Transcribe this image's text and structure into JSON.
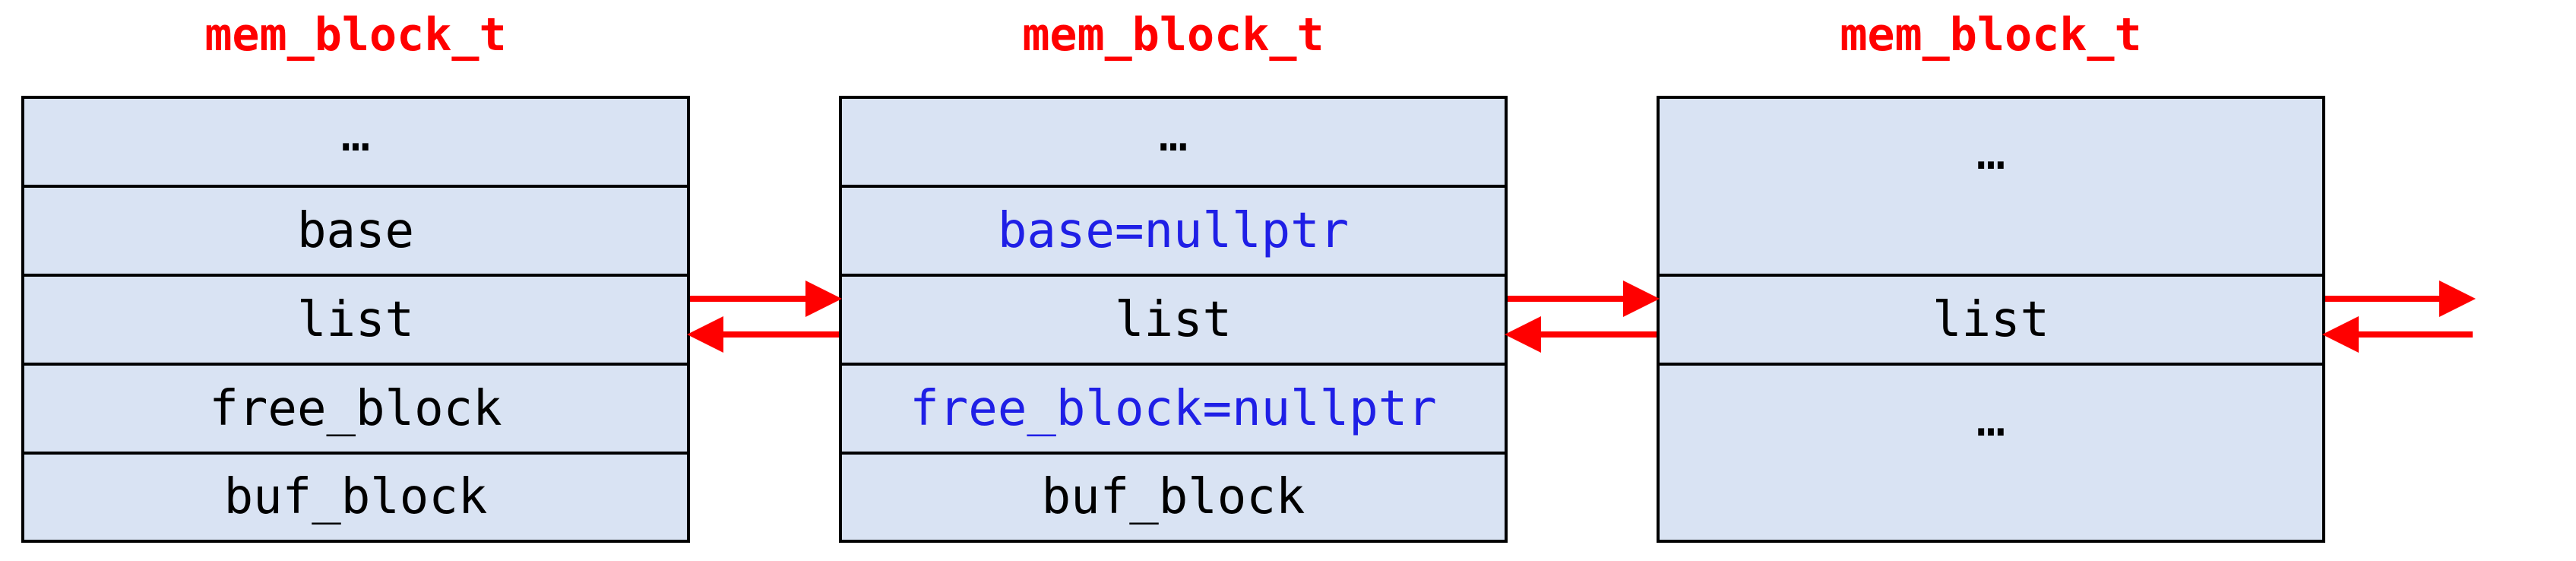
{
  "blocks": [
    {
      "title": "mem_block_t",
      "fields": [
        "…",
        "base",
        "list",
        "free_block",
        "buf_block"
      ]
    },
    {
      "title": "mem_block_t",
      "fields": [
        "…",
        "base=nullptr",
        "list",
        "free_block=nullptr",
        "buf_block"
      ]
    },
    {
      "title": "mem_block_t",
      "fields": [
        "…",
        "list",
        "…"
      ]
    }
  ],
  "colors": {
    "title": "#ff0000",
    "block_fill": "#d9e3f3",
    "highlight_text": "#1f1fe6",
    "arrow": "#ff0000",
    "border": "#000000"
  }
}
